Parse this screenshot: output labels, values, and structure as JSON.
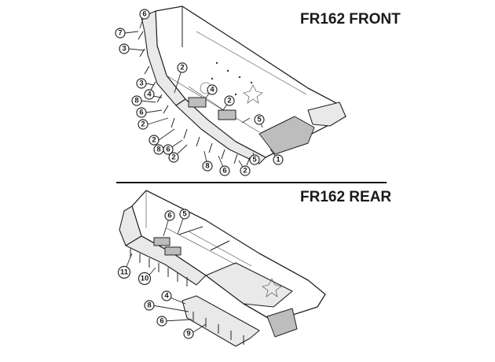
{
  "front": {
    "title": "FR162 FRONT",
    "callouts": [
      "6",
      "7",
      "3",
      "2",
      "3",
      "4",
      "8",
      "4",
      "2",
      "6",
      "2",
      "2",
      "8",
      "6",
      "2",
      "8",
      "6",
      "2",
      "5",
      "1",
      "5"
    ]
  },
  "rear": {
    "title": "FR162 REAR",
    "callouts": [
      "6",
      "5",
      "11",
      "10",
      "4",
      "8",
      "6",
      "9"
    ]
  }
}
